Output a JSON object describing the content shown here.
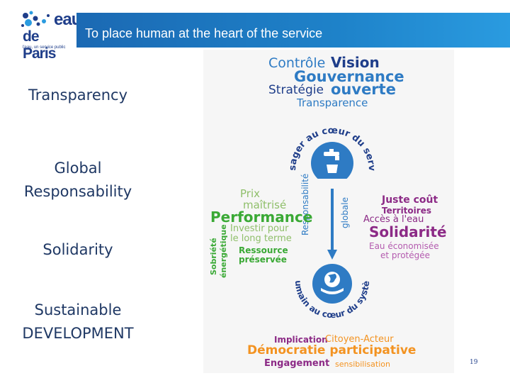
{
  "logo": {
    "eau": "eau",
    "de_paris": "de Paris",
    "tagline": "l'eau, un service public"
  },
  "header": {
    "title": "To place human at the heart of the service"
  },
  "values": {
    "transparency": "Transparency",
    "global_line1": "Global",
    "global_line2": "Responsability",
    "solidarity": "Solidarity",
    "sustainable_line1": "Sustainable",
    "sustainable_line2": "DEVELOPMENT"
  },
  "poster": {
    "controle": "Contrôle",
    "vision": "Vision",
    "gouvernance": "Gouvernance",
    "strategie": "Stratégie",
    "ouverte": "ouverte",
    "transparence": "Transparence",
    "usager_arc": "L'usager au cœur du service",
    "prix": "Prix",
    "maitrise": "maîtrisé",
    "performance": "Performance",
    "investir1": "Investir pour",
    "investir2": "le long terme",
    "ressource1": "Ressource",
    "ressource2": "préservée",
    "sobriete1": "Sobriété",
    "sobriete2": "énergétique",
    "responsabilite": "Responsabilité",
    "globale": "globale",
    "juste_cout": "Juste coût",
    "territoires": "Territoires",
    "acces": "Accès à l'eau",
    "solidarite": "Solidarité",
    "eau_eco1": "Eau économisée",
    "eau_eco2": "et protégée",
    "humain_arc": "L'humain au cœur du système",
    "implication": "Implication",
    "citoyen": "Citoyen-Acteur",
    "democratie": "Démocratie participative",
    "engagement": "Engagement",
    "sensibilisation": "sensibilisation"
  },
  "colors": {
    "brand_blue": "#1b69b3",
    "navy": "#1f3864",
    "poster_blue": "#2e7bc4",
    "green": "#3aa935",
    "purple": "#8c2a86",
    "orange": "#f39321"
  },
  "page": {
    "number": "19"
  }
}
